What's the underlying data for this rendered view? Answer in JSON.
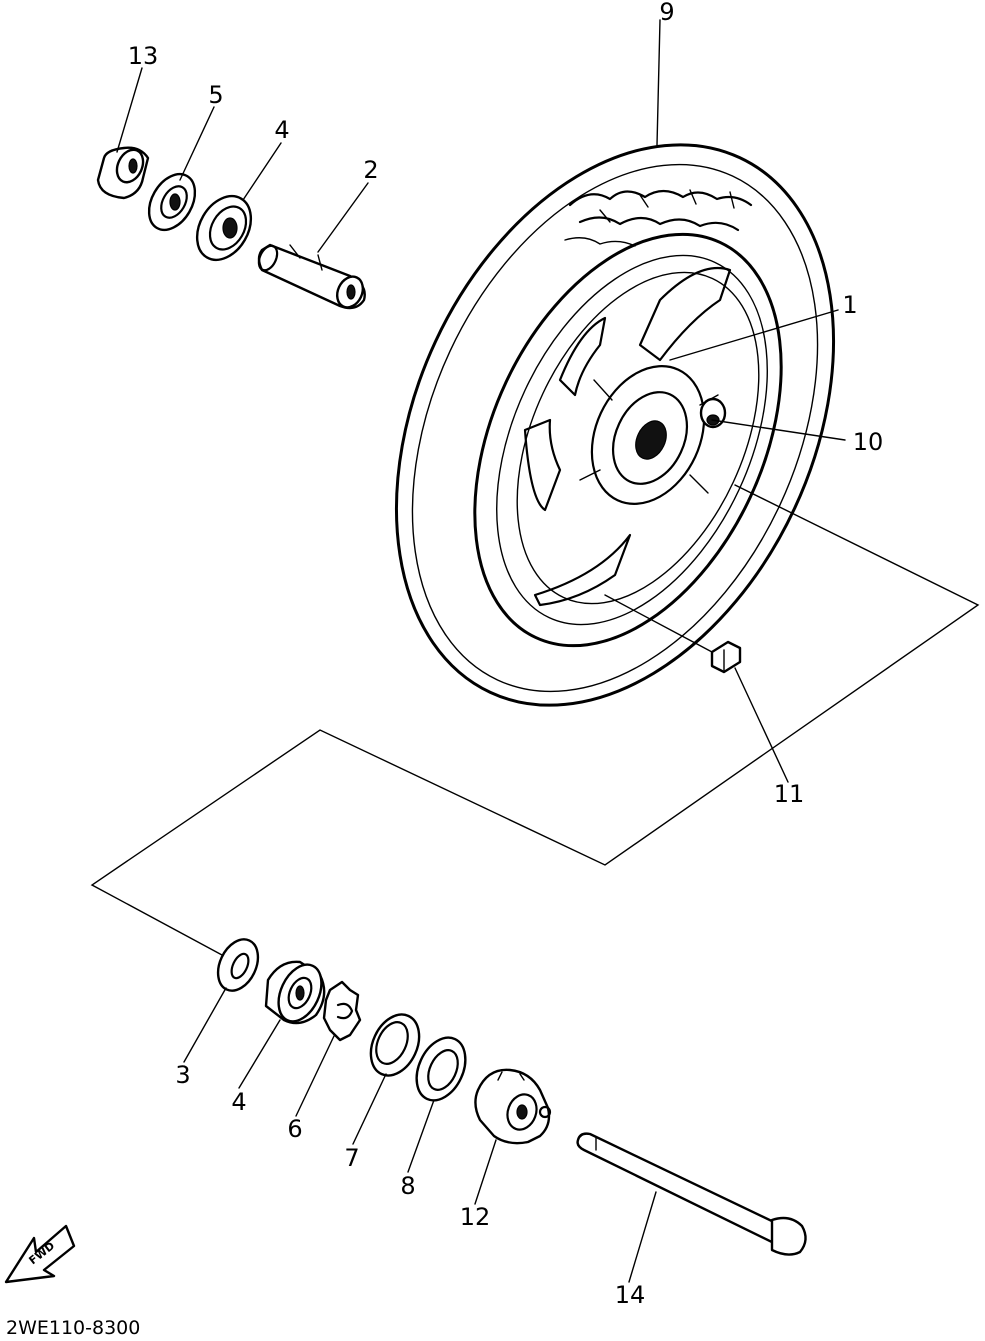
{
  "callouts": {
    "c1": "1",
    "c2": "2",
    "c3": "3",
    "c4a": "4",
    "c4b": "4",
    "c5": "5",
    "c6": "6",
    "c7": "7",
    "c8": "8",
    "c9": "9",
    "c10": "10",
    "c11": "11",
    "c12": "12",
    "c13": "13",
    "c14": "14"
  },
  "fwd_label": "FWD",
  "diagram_code": "2WE110-8300"
}
